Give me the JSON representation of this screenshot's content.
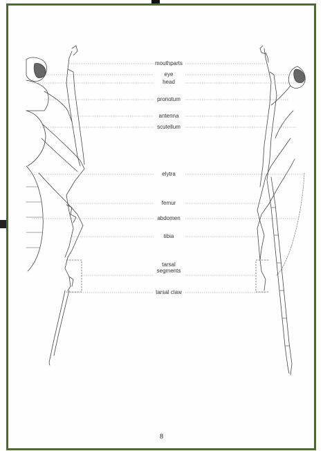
{
  "labels": {
    "mouthparts": "mouthparts",
    "eye": "eye",
    "head": "head",
    "pronotum": "pronotum",
    "antenna": "antenna",
    "scutellum": "scutellum",
    "elytra": "elytra",
    "femur": "femur",
    "abdomen": "abdomen",
    "tibia": "tibia",
    "tarsal_segments_line1": "tarsal",
    "tarsal_segments_line2": "segments",
    "tarsal_claw": "tarsal claw"
  },
  "page_number": "8"
}
